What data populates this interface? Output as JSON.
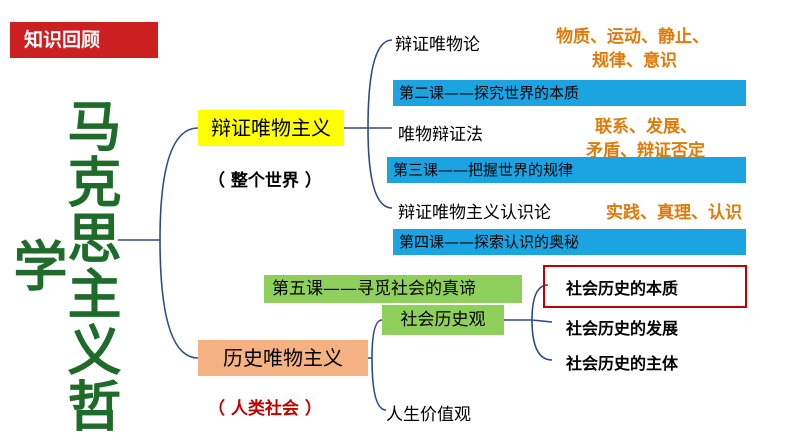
{
  "header": {
    "tag": "知识回顾"
  },
  "title": "马克思主义哲学",
  "colors": {
    "header_red": "#cc1f1f",
    "title_green": "#1f6b2a",
    "line_blue": "#2e4a86",
    "bar_blue": "#1ba3e2",
    "note_orange": "#e07a0b",
    "bar_green": "#8fd05d",
    "frame_red": "#c00000"
  },
  "branches": {
    "dialectical": {
      "label": "辩证唯物主义",
      "scope": "（ 整个世界 ）",
      "nodes": [
        {
          "label": "辩证唯物论",
          "note_line1": "物质、运动、静止、",
          "note_line2": "规律、意识",
          "lesson": "第二课——探究世界的本质"
        },
        {
          "label": "唯物辩证法",
          "note_line1": "联系、发展、",
          "note_line2": "矛盾、辩证否定",
          "lesson": "第三课——把握世界的规律"
        },
        {
          "label": "辩证唯物主义认识论",
          "note_line1": "实践、真理、认识",
          "lesson": "第四课——探索认识的奥秘"
        }
      ]
    },
    "historical": {
      "label": "历史唯物主义",
      "scope": "（ 人类社会 ）",
      "lesson": "第五课——寻觅社会的真谛",
      "view_node": "社会历史观",
      "view_items": [
        "社会历史的本质",
        "社会历史的发展",
        "社会历史的主体"
      ],
      "life_node": "人生价值观"
    }
  }
}
